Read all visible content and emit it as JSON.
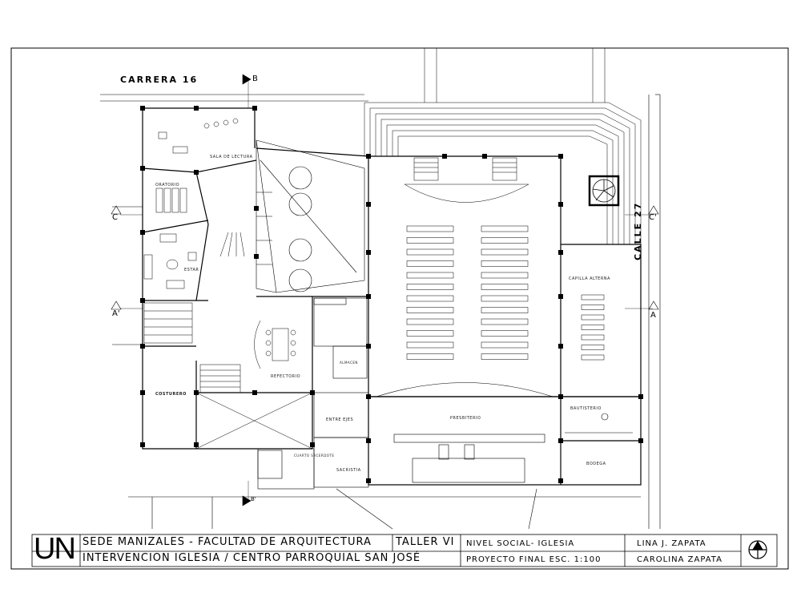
{
  "streets": {
    "north": "CARRERA 16",
    "east": "CALLE 27"
  },
  "section_marks": [
    "B",
    "C",
    "C'",
    "A'",
    "A",
    "B'"
  ],
  "rooms": {
    "sala_lectura": "SALA DE LECTURA",
    "oratorio": "ORATORIO",
    "estar": "ESTAR",
    "refectorio": "REFECTORIO",
    "costurero": "COSTURERO",
    "capilla_alterna": "CAPILLA ALTERNA",
    "presbiterio": "PRESBITERIO",
    "bautisterio": "BAUTISTERIO",
    "bodega": "BODEGA",
    "sacristia": "SACRISTIA",
    "cuarto_sacerdote": "CUARTO SACERDOTE",
    "entre_ejes": "ENTRE EJES",
    "almacen": "ALMACEN"
  },
  "title_block": {
    "logo": "UN",
    "line1": "SEDE MANIZALES - FACULTAD DE ARQUITECTURA",
    "line2": "INTERVENCION IGLESIA / CENTRO PARROQUIAL SAN JOSÉ",
    "taller": "TALLER VI",
    "level": "NIVEL SOCIAL- IGLESIA",
    "project": "PROYECTO FINAL ESC. 1:100",
    "author1": "LINA J. ZAPATA",
    "author2": "CAROLINA ZAPATA",
    "north_icon": "north-arrow-icon"
  }
}
